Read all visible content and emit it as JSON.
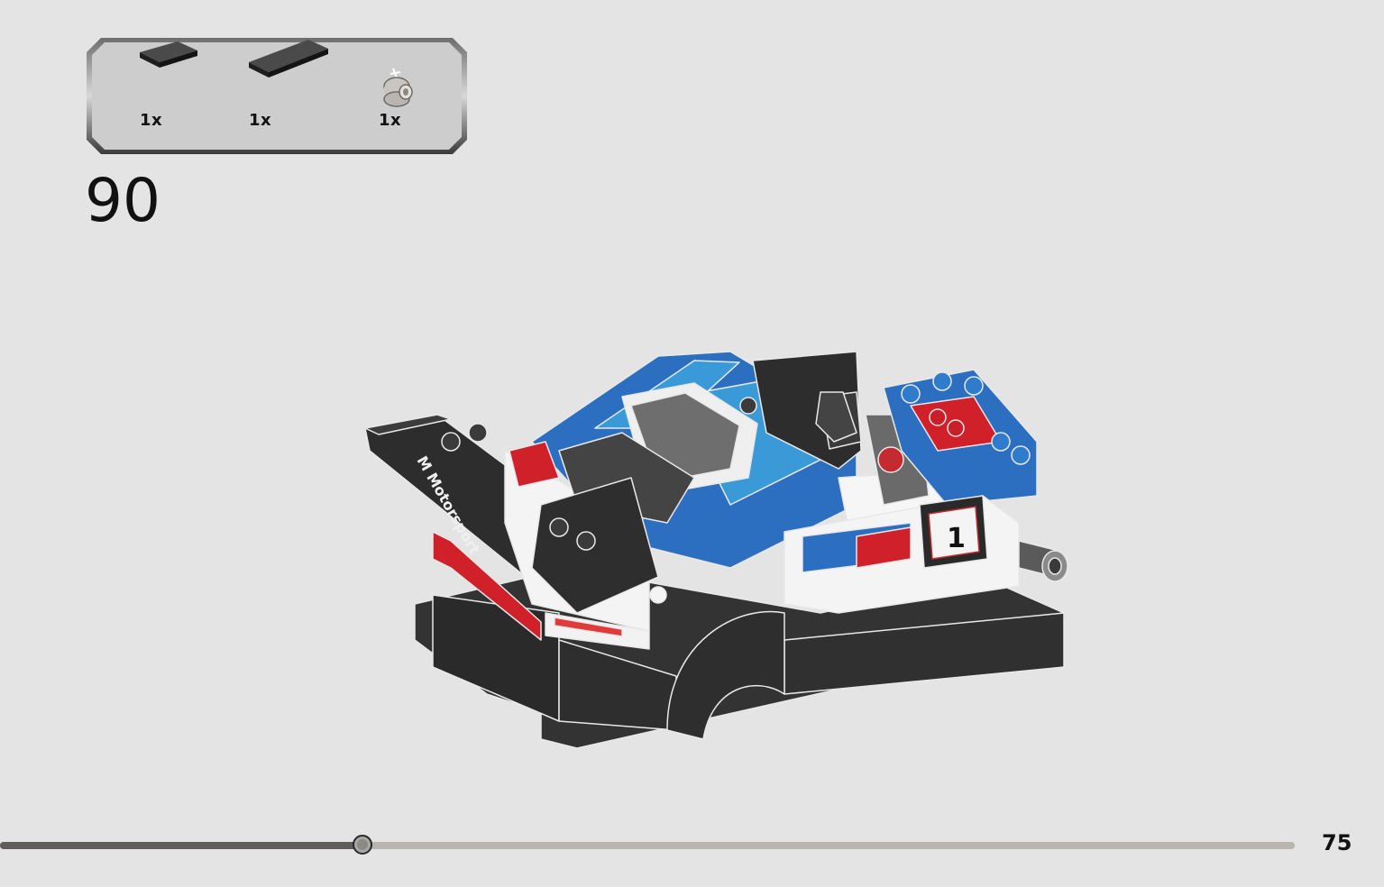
{
  "parts_list": {
    "items": [
      {
        "name": "tile-1x2-black",
        "quantity": "1x",
        "color": "#2b2b2b"
      },
      {
        "name": "tile-1x4-black",
        "quantity": "1x",
        "color": "#2b2b2b"
      },
      {
        "name": "round-brick-1x1-transparent",
        "quantity": "1x",
        "color": "#d8d5d0"
      }
    ]
  },
  "step": {
    "number": "90"
  },
  "model_graphic": {
    "decal_text": "M Motorsport",
    "race_number": "1",
    "colors": {
      "blue": "#2c6fc0",
      "light_blue": "#3a9ad8",
      "red": "#d0202a",
      "black": "#2e2e2e",
      "white": "#f6f6f6"
    }
  },
  "progress": {
    "fraction": 0.28
  },
  "page": {
    "number": "75"
  }
}
